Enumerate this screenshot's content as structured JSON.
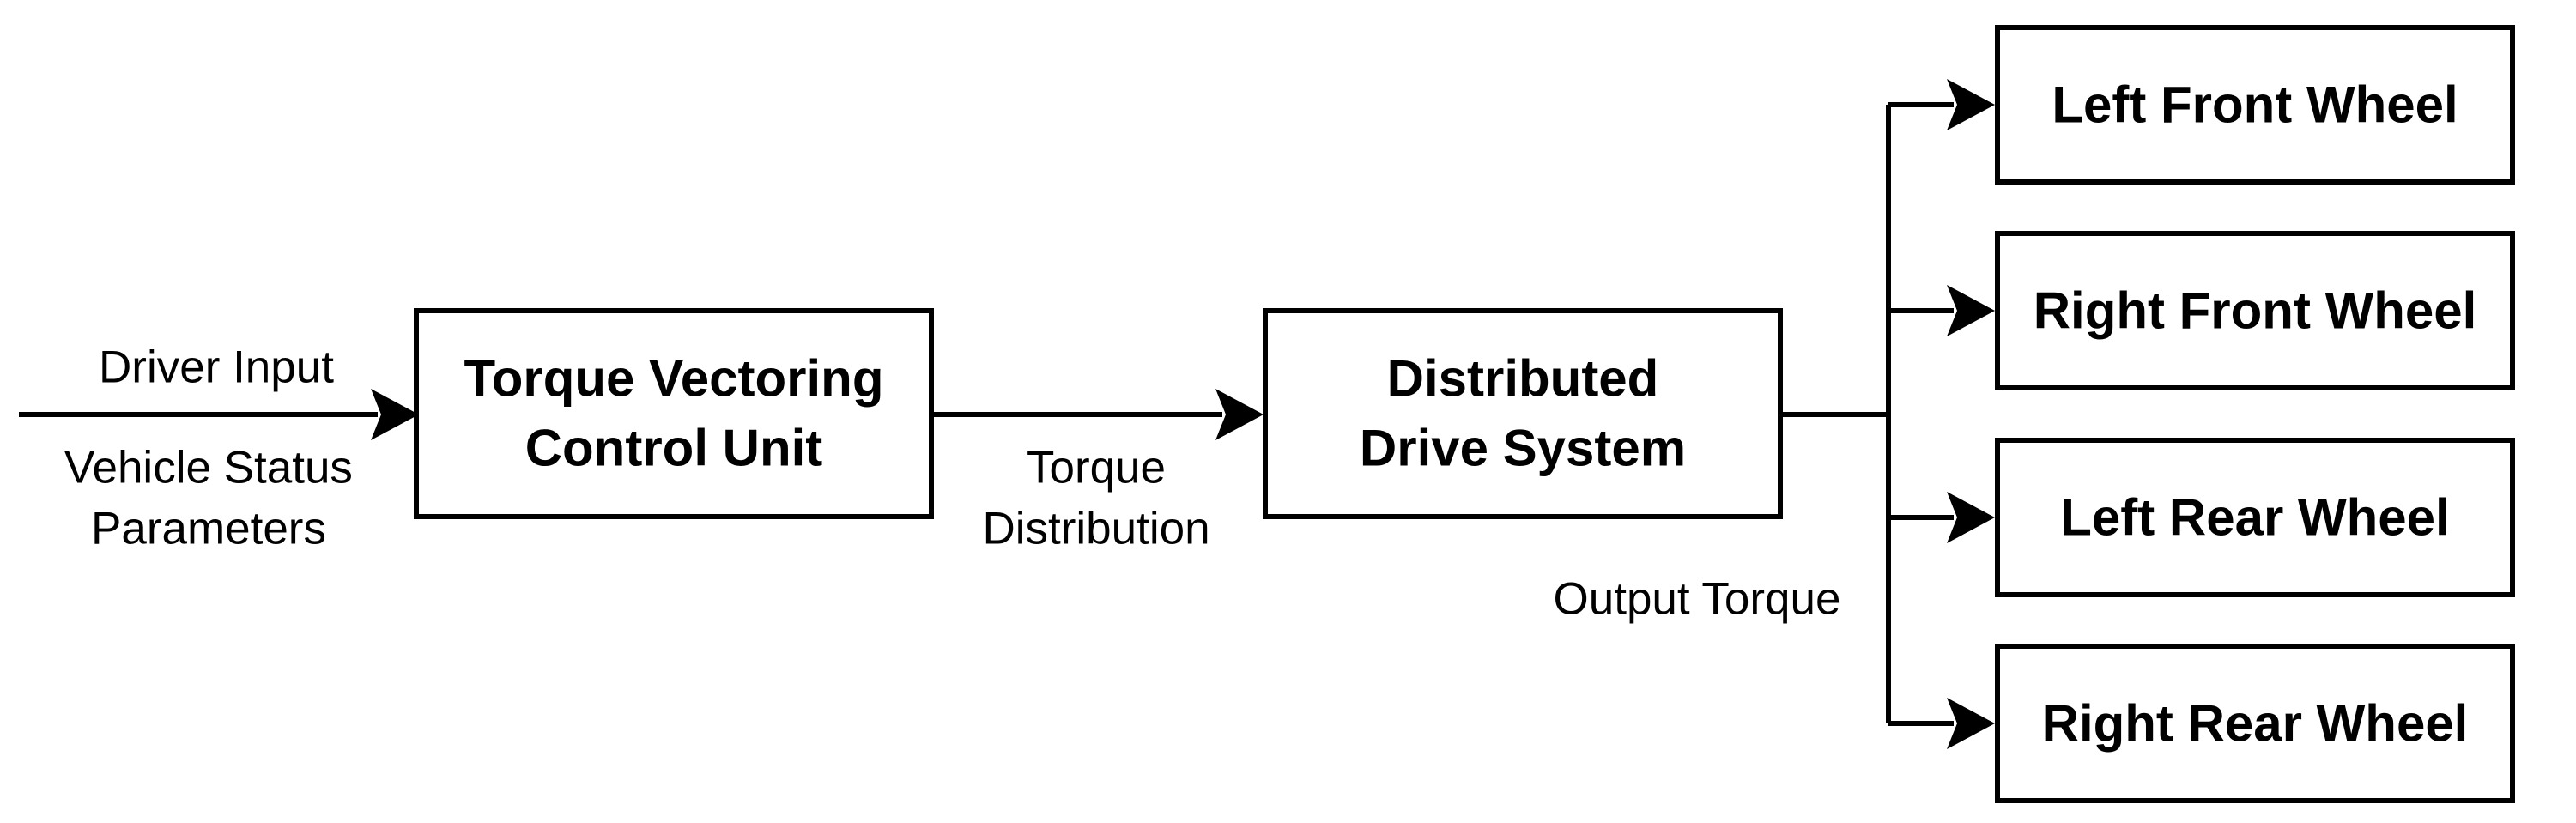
{
  "diagram": {
    "nodes": {
      "tvcu": {
        "line1": "Torque Vectoring",
        "line2": "Control Unit"
      },
      "dds": {
        "line1": "Distributed",
        "line2": "Drive System"
      },
      "left_front": {
        "label": "Left Front Wheel"
      },
      "right_front": {
        "label": "Right Front Wheel"
      },
      "left_rear": {
        "label": "Left Rear Wheel"
      },
      "right_rear": {
        "label": "Right Rear Wheel"
      }
    },
    "edges": {
      "input": {
        "above": "Driver Input",
        "below_line1": "Vehicle Status",
        "below_line2": "Parameters"
      },
      "distribution": {
        "line1": "Torque",
        "line2": "Distribution"
      },
      "output": {
        "label": "Output Torque"
      }
    }
  }
}
